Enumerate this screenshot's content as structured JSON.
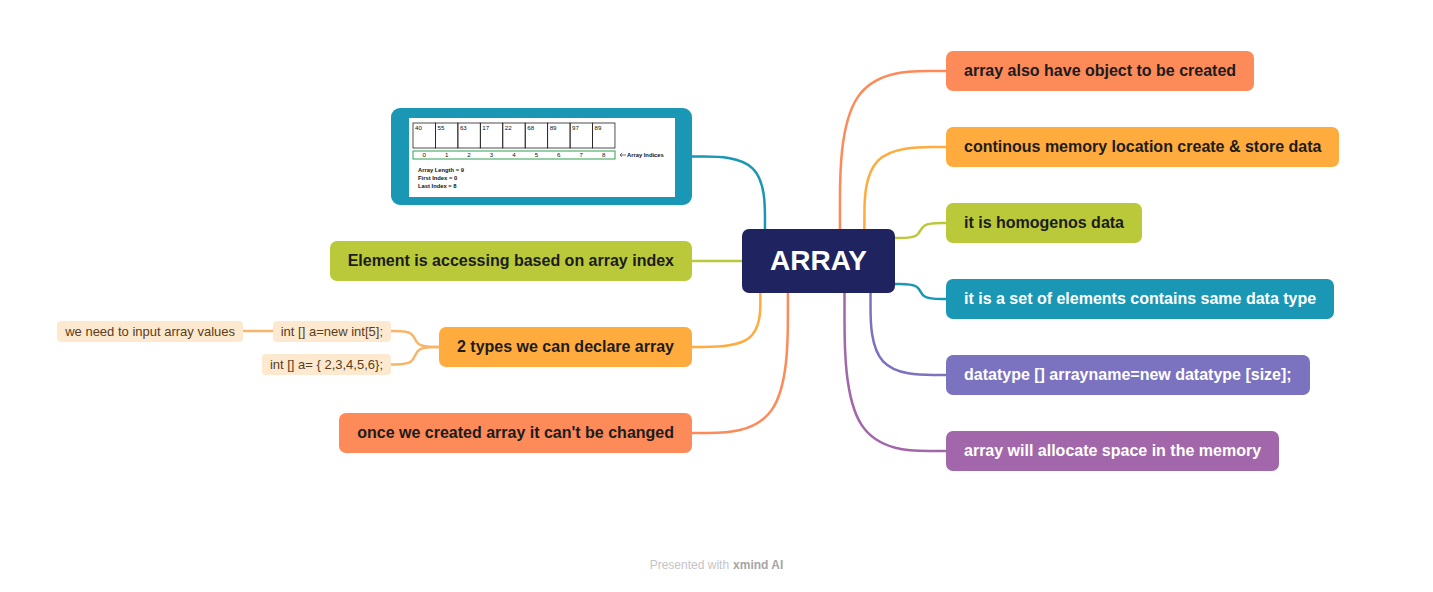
{
  "diagram": {
    "nodes": [
      {
        "text": [
          "ARRAY"
        ]
      },
      {
        "text": [
          "array also have object to be created"
        ]
      },
      {
        "text": [
          "continous memory location create & store data"
        ]
      },
      {
        "text": [
          "it is homogenos data"
        ]
      },
      {
        "text": [
          "it is a set of elements contains same data type"
        ]
      },
      {
        "text": [
          "datatype [] arrayname=new datatype [size];"
        ]
      },
      {
        "text": [
          "array will allocate space in the memory"
        ]
      },
      {
        "text": [
          "Array Indices",
          "Array Length = 9",
          "First Index = 0",
          "Last Index = 8"
        ]
      },
      {
        "text": [
          "Element is accessing based on array index"
        ]
      },
      {
        "text": [
          "2 types we can declare array"
        ]
      },
      {
        "text": [
          "int [] a=new int[5];"
        ]
      },
      {
        "text": [
          "int [] a= { 2,3,4,5,6};"
        ]
      },
      {
        "text": [
          "we need to input array values"
        ]
      },
      {
        "text": [
          "once we created array it can't be changed"
        ]
      }
    ],
    "edges": [
      {
        "from": 0,
        "to": 1,
        "arrow": "none"
      },
      {
        "from": 0,
        "to": 2,
        "arrow": "none"
      },
      {
        "from": 0,
        "to": 3,
        "arrow": "none"
      },
      {
        "from": 0,
        "to": 4,
        "arrow": "none"
      },
      {
        "from": 0,
        "to": 5,
        "arrow": "none"
      },
      {
        "from": 0,
        "to": 6,
        "arrow": "none"
      },
      {
        "from": 0,
        "to": 7,
        "arrow": "none"
      },
      {
        "from": 0,
        "to": 8,
        "arrow": "none"
      },
      {
        "from": 0,
        "to": 9,
        "arrow": "none"
      },
      {
        "from": 0,
        "to": 13,
        "arrow": "none"
      },
      {
        "from": 9,
        "to": 10,
        "arrow": "none"
      },
      {
        "from": 9,
        "to": 11,
        "arrow": "none"
      },
      {
        "from": 10,
        "to": 12,
        "arrow": "none"
      }
    ],
    "labels": [
      "40",
      "55",
      "63",
      "17",
      "22",
      "68",
      "89",
      "97",
      "89",
      "0",
      "1",
      "2",
      "3",
      "4",
      "5",
      "6",
      "7",
      "8",
      "Presented with",
      "xmind AI"
    ]
  }
}
